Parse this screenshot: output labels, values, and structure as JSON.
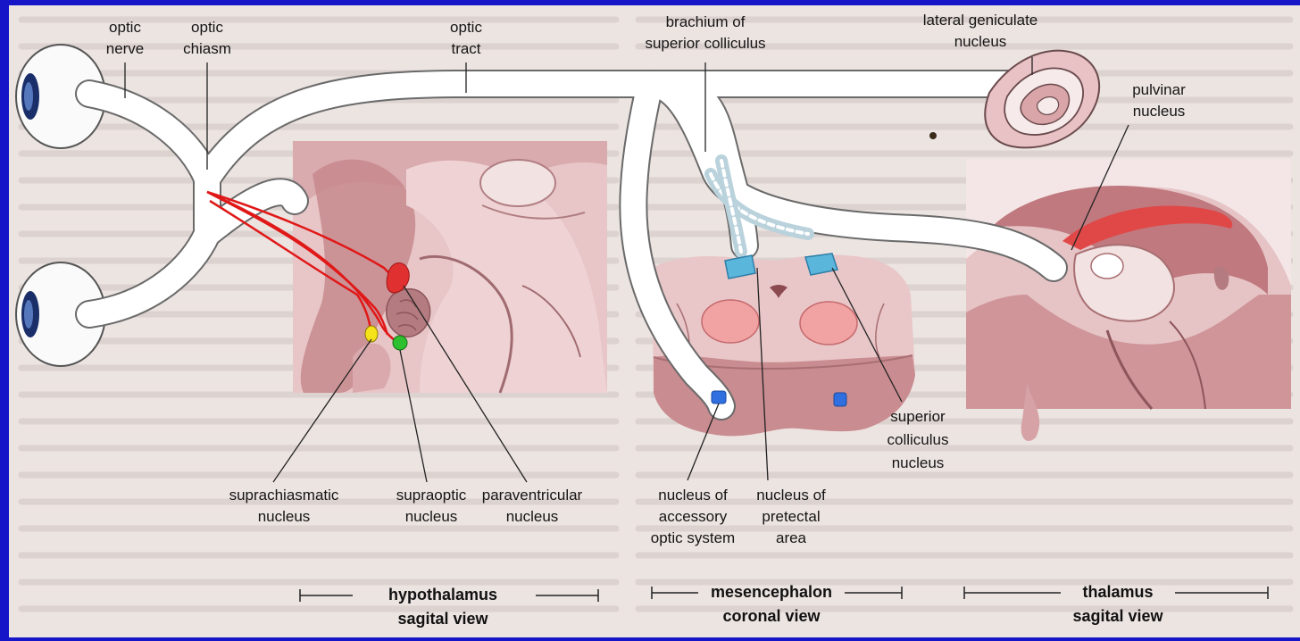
{
  "labels": {
    "optic_nerve": [
      "optic",
      "nerve"
    ],
    "optic_chiasm": [
      "optic",
      "chiasm"
    ],
    "optic_tract": [
      "optic",
      "tract"
    ],
    "brachium": [
      "brachium of",
      "superior colliculus"
    ],
    "lgn": [
      "lateral geniculate",
      "nucleus"
    ],
    "pulvinar": [
      "pulvinar",
      "nucleus"
    ],
    "suprachiasmatic": [
      "suprachiasmatic",
      "nucleus"
    ],
    "supraoptic": [
      "supraoptic",
      "nucleus"
    ],
    "paraventricular": [
      "paraventricular",
      "nucleus"
    ],
    "accessory": [
      "nucleus of",
      "accessory",
      "optic system"
    ],
    "pretectal": [
      "nucleus of",
      "pretectal",
      "area"
    ],
    "superior_colliculus": [
      "superior",
      "colliculus",
      "nucleus"
    ]
  },
  "captions": {
    "hypothalamus": [
      "hypothalamus",
      "sagital view"
    ],
    "mesencephalon": [
      "mesencephalon",
      "coronal view"
    ],
    "thalamus": [
      "thalamus",
      "sagital view"
    ]
  },
  "colors": {
    "border": "#1616c8",
    "page": "#ece4e1",
    "tissue": "#e7c4c6",
    "tissue_dark": "#a86f72",
    "tract": "#ffffff",
    "red_fiber": "#e01818",
    "nucleus_blue": "#5bb6dc",
    "nucleus_pink": "#f1a2a2",
    "pulvinar_red": "#e04848"
  }
}
